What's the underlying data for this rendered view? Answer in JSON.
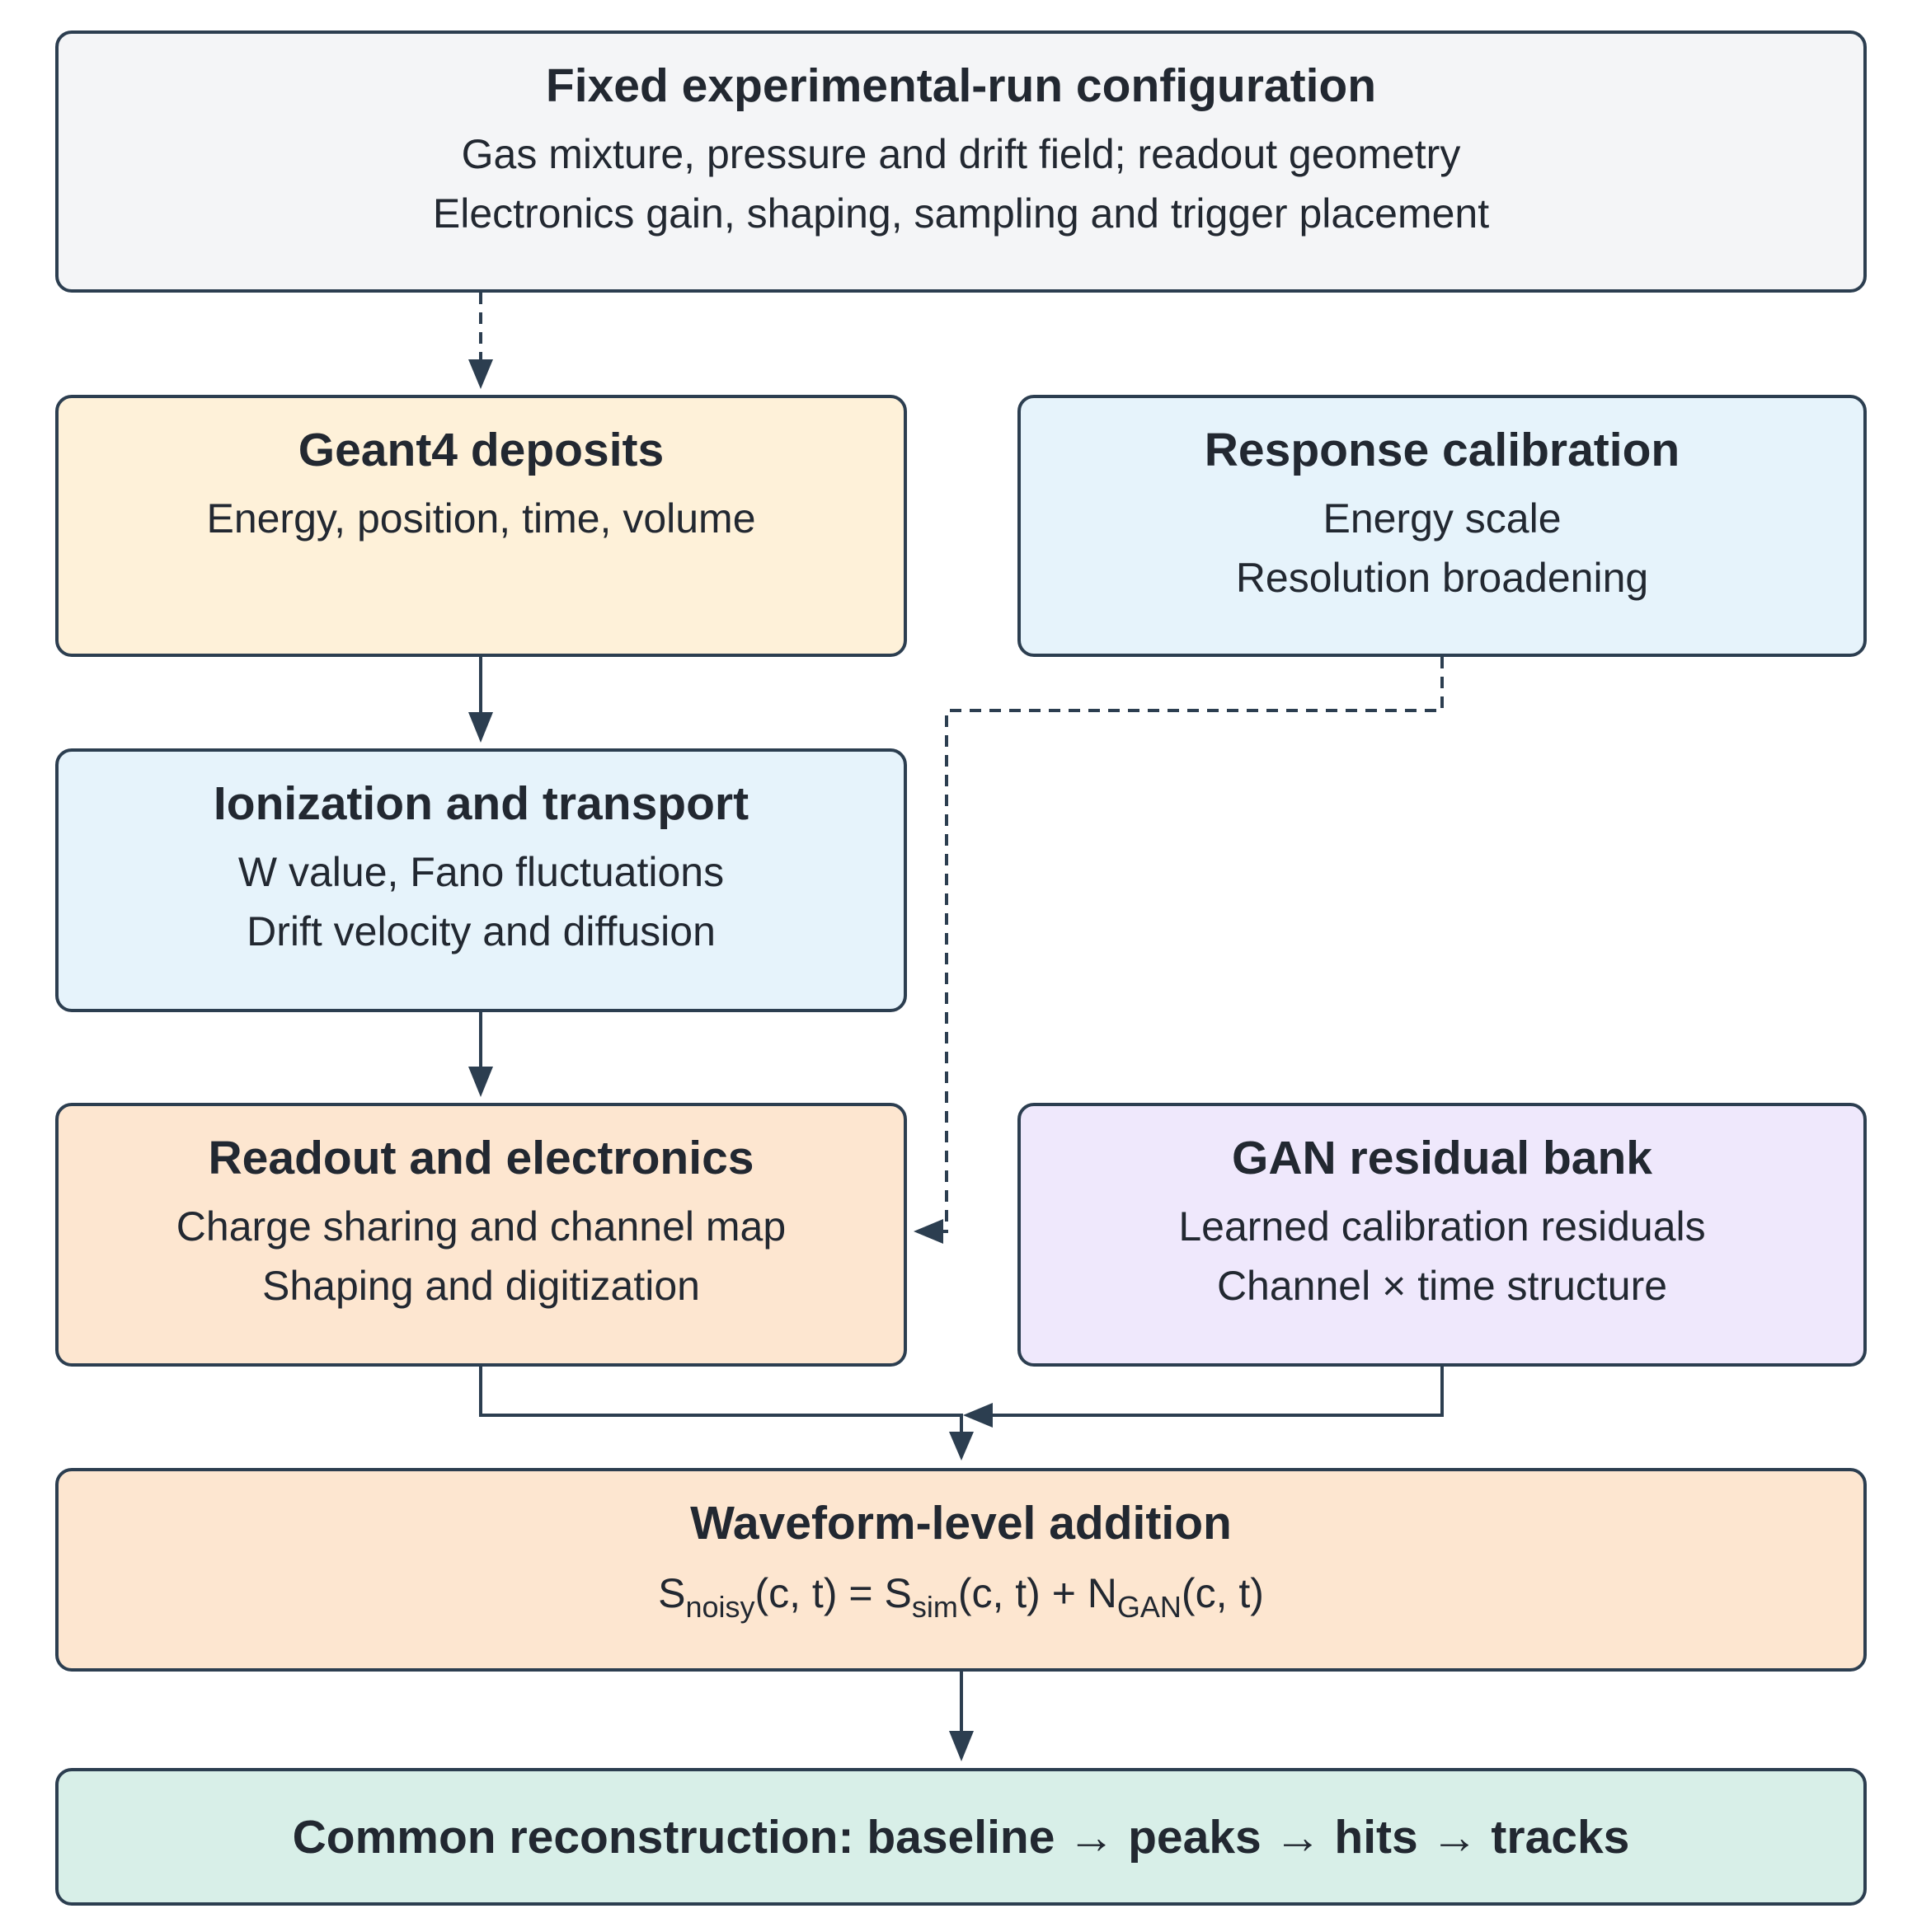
{
  "colors": {
    "stroke": "#2c3e50",
    "text": "#222831",
    "config_fill": "#f4f5f7",
    "geant_fill": "#fef1d9",
    "blue_fill": "#e6f3fb",
    "orange_fill": "#fde6d0",
    "gan_fill": "#efe8fc",
    "recon_fill": "#d8efe8"
  },
  "config": {
    "title": "Fixed experimental-run configuration",
    "lines": [
      "Gas mixture, pressure and drift field; readout geometry",
      "Electronics gain, shaping, sampling and trigger placement"
    ]
  },
  "geant": {
    "title": "Geant4 deposits",
    "lines": [
      "Energy, position, time, volume"
    ]
  },
  "response": {
    "title": "Response calibration",
    "lines": [
      "Energy scale",
      "Resolution broadening"
    ]
  },
  "ionization": {
    "title": "Ionization and transport",
    "lines": [
      "W value, Fano fluctuations",
      "Drift velocity and diffusion"
    ]
  },
  "readout": {
    "title": "Readout and electronics",
    "lines": [
      "Charge sharing and channel map",
      "Shaping and digitization"
    ]
  },
  "gan": {
    "title": "GAN residual bank",
    "lines": [
      "Learned calibration residuals",
      "Channel × time structure"
    ]
  },
  "waveform": {
    "title": "Waveform-level addition",
    "formula": {
      "s1": "S",
      "sub1": "noisy",
      "t1": "(c, t) = ",
      "s2": "S",
      "sub2": "sim",
      "t2": "(c, t) + ",
      "s3": "N",
      "sub3": "GAN",
      "t3": "(c, t)"
    }
  },
  "recon": {
    "title": "Common reconstruction: baseline → peaks → hits → tracks"
  }
}
